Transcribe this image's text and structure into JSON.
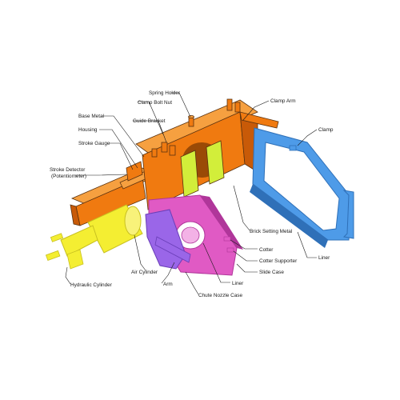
{
  "labels": {
    "spring_holder": "Spring Holder",
    "clamp_bolt_nut": "Clamp Bolt Nut",
    "clamp_arm": "Clamp Arm",
    "base_metal": "Base Metal",
    "guide_bracket": "Guide Bracket",
    "housing": "Housing",
    "clamp": "Clamp",
    "stroke_gauge": "Stroke Gauge",
    "stroke_detector": "Stroke Detector",
    "potentiometer": "(Potentiometer)",
    "brick_setting_metal": "Brick Setting Metal",
    "cotter": "Cotter",
    "cotter_supporter": "Cotter Supporter",
    "slide_case": "Slide Case",
    "liner_right": "Liner",
    "air_cylinder": "Air Cylinder",
    "liner_bottom": "Liner",
    "arm": "Arm",
    "hydraulic_cylinder": "Hydraulic Cylinder",
    "chute_nozzle_case": "Chute Nozzle Case"
  },
  "colors": {
    "body_orange": "#F07A10",
    "body_orange_dark": "#C85A08",
    "clamp_blue": "#4E9BE8",
    "clamp_blue_dark": "#2F70B8",
    "case_pink": "#E05AC4",
    "case_pink_dark": "#B0369A",
    "plate_purple": "#9A66E8",
    "cylinder_yellow": "#F4EE32",
    "cylinder_yellow_dark": "#C8C020",
    "liner_lime": "#D2EE3A"
  }
}
